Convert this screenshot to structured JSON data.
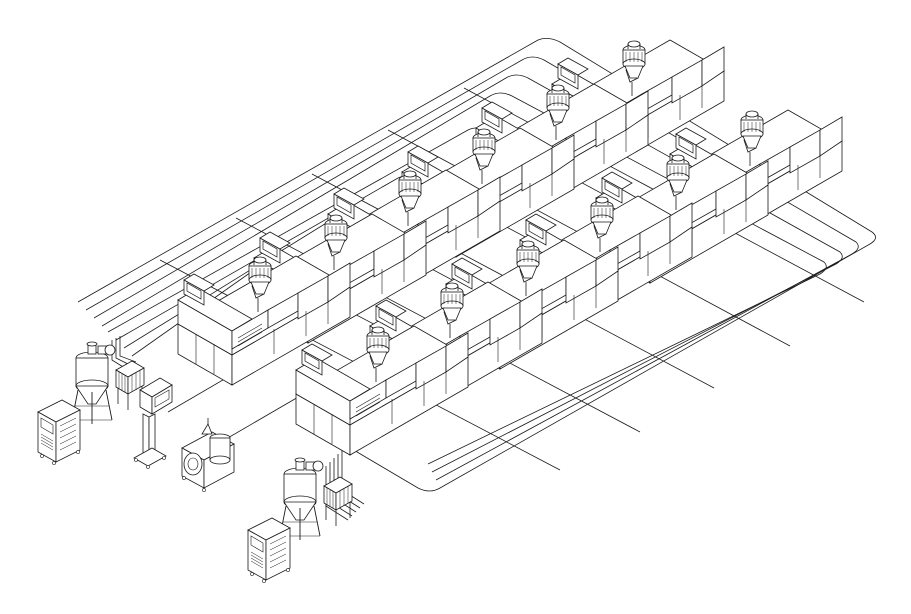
{
  "diagram": {
    "style": "isometric line drawing",
    "background": "#ffffff",
    "line_color": "#1a1a1a",
    "fill_color": "#ffffff",
    "injection_machines": [
      {
        "row": "back",
        "index": 1
      },
      {
        "row": "back",
        "index": 2
      },
      {
        "row": "back",
        "index": 3
      },
      {
        "row": "back",
        "index": 4
      },
      {
        "row": "back",
        "index": 5
      },
      {
        "row": "back",
        "index": 6
      },
      {
        "row": "front",
        "index": 1
      },
      {
        "row": "front",
        "index": 2
      },
      {
        "row": "front",
        "index": 3
      },
      {
        "row": "front",
        "index": 4
      },
      {
        "row": "front",
        "index": 5
      },
      {
        "row": "front",
        "index": 6
      }
    ],
    "auxiliary_equipment": [
      {
        "type": "dryer-hopper",
        "group": "left"
      },
      {
        "type": "dehumidifier-cabinet",
        "group": "left"
      },
      {
        "type": "filter-bank",
        "group": "left"
      },
      {
        "type": "control-panel",
        "group": "center"
      },
      {
        "type": "vacuum-pump-unit",
        "group": "center"
      },
      {
        "type": "dryer-hopper",
        "group": "bottom"
      },
      {
        "type": "dehumidifier-cabinet",
        "group": "bottom"
      },
      {
        "type": "filter-bank",
        "group": "bottom"
      }
    ]
  }
}
